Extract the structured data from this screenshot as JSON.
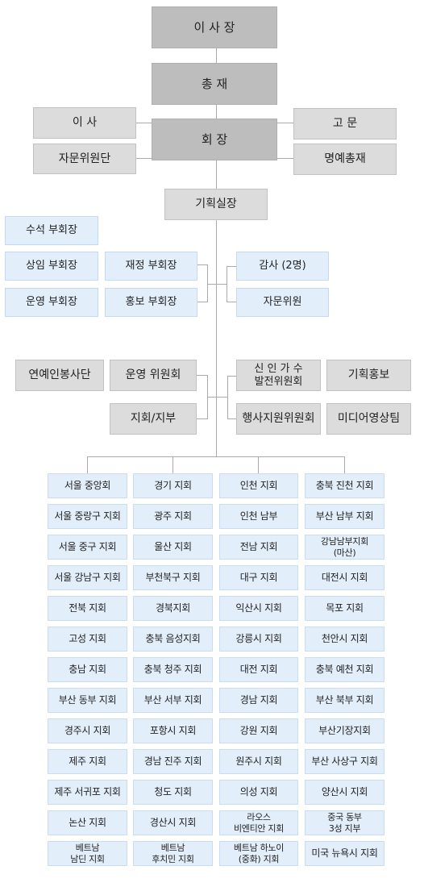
{
  "top": {
    "chairman": "이 사 장",
    "director_general": "총   재",
    "president": "회   장",
    "directors": "이 사",
    "advisory_group": "자문위원단",
    "advisor": "고 문",
    "honorary_director_general": "명예총재",
    "planning_chief": "기획실장"
  },
  "vice": {
    "senior": "수석 부회장",
    "standing": "상임 부회장",
    "finance": "재정 부회장",
    "operations": "운영 부회장",
    "pr": "홍보 부회장",
    "auditor": "감사 (2명)",
    "advisory": "자문위원"
  },
  "committees": {
    "volunteer_group": "연예인봉사단",
    "operations_committee": "운영 위원회",
    "branches": "지회/지부",
    "new_singer_line1": "신 인 가 수",
    "new_singer_line2": "발전위원회",
    "planning_pr": "기획홍보",
    "event_support": "행사지원위원회",
    "media_video": "미디어영상팀"
  },
  "branch_rows": [
    [
      [
        "서울 중앙회"
      ],
      [
        "경기 지회"
      ],
      [
        "인천 지회"
      ],
      [
        "충북 진천 지회"
      ]
    ],
    [
      [
        "서울 중랑구 지회"
      ],
      [
        "광주 지회"
      ],
      [
        "인천 남부"
      ],
      [
        "부산 남부 지회"
      ]
    ],
    [
      [
        "서울 중구 지회"
      ],
      [
        "울산 지회"
      ],
      [
        "전남 지회"
      ],
      [
        "강남남부지회",
        "(마산)"
      ]
    ],
    [
      [
        "서울 강남구 지회"
      ],
      [
        "부천북구 지회"
      ],
      [
        "대구 지회"
      ],
      [
        "대전시 지회"
      ]
    ],
    [
      [
        "전북 지회"
      ],
      [
        "경북지회"
      ],
      [
        "익산시 지회"
      ],
      [
        "목포 지회"
      ]
    ],
    [
      [
        "고성 지회"
      ],
      [
        "충북 음성지회"
      ],
      [
        "강릉시 지회"
      ],
      [
        "천안시 지회"
      ]
    ],
    [
      [
        "충남 지회"
      ],
      [
        "충북 청주 지회"
      ],
      [
        "대전 지회"
      ],
      [
        "충북 예천 지회"
      ]
    ],
    [
      [
        "부산 동부 지회"
      ],
      [
        "부산 서부 지회"
      ],
      [
        "경남 지회"
      ],
      [
        "부산 북부 지회"
      ]
    ],
    [
      [
        "경주시 지회"
      ],
      [
        "포항시 지회"
      ],
      [
        "강원 지회"
      ],
      [
        "부산기장지회"
      ]
    ],
    [
      [
        "제주 지회"
      ],
      [
        "경남 진주 지회"
      ],
      [
        "원주시 지회"
      ],
      [
        "부산 사상구 지회"
      ]
    ],
    [
      [
        "제주 서귀포 지회"
      ],
      [
        "청도 지회"
      ],
      [
        "의성 지회"
      ],
      [
        "양산시 지회"
      ]
    ],
    [
      [
        "논산 지회"
      ],
      [
        "경산시 지회"
      ],
      [
        "라오스",
        "비엔티안 지회"
      ],
      [
        "중국 동부",
        "3성 지부"
      ]
    ],
    [
      [
        "베트남",
        "남딘 지회"
      ],
      [
        "베트남",
        "후치민 지회"
      ],
      [
        "베트남 하노이",
        "(중화) 지회"
      ],
      [
        "미국 뉴욕시 지회"
      ]
    ]
  ]
}
